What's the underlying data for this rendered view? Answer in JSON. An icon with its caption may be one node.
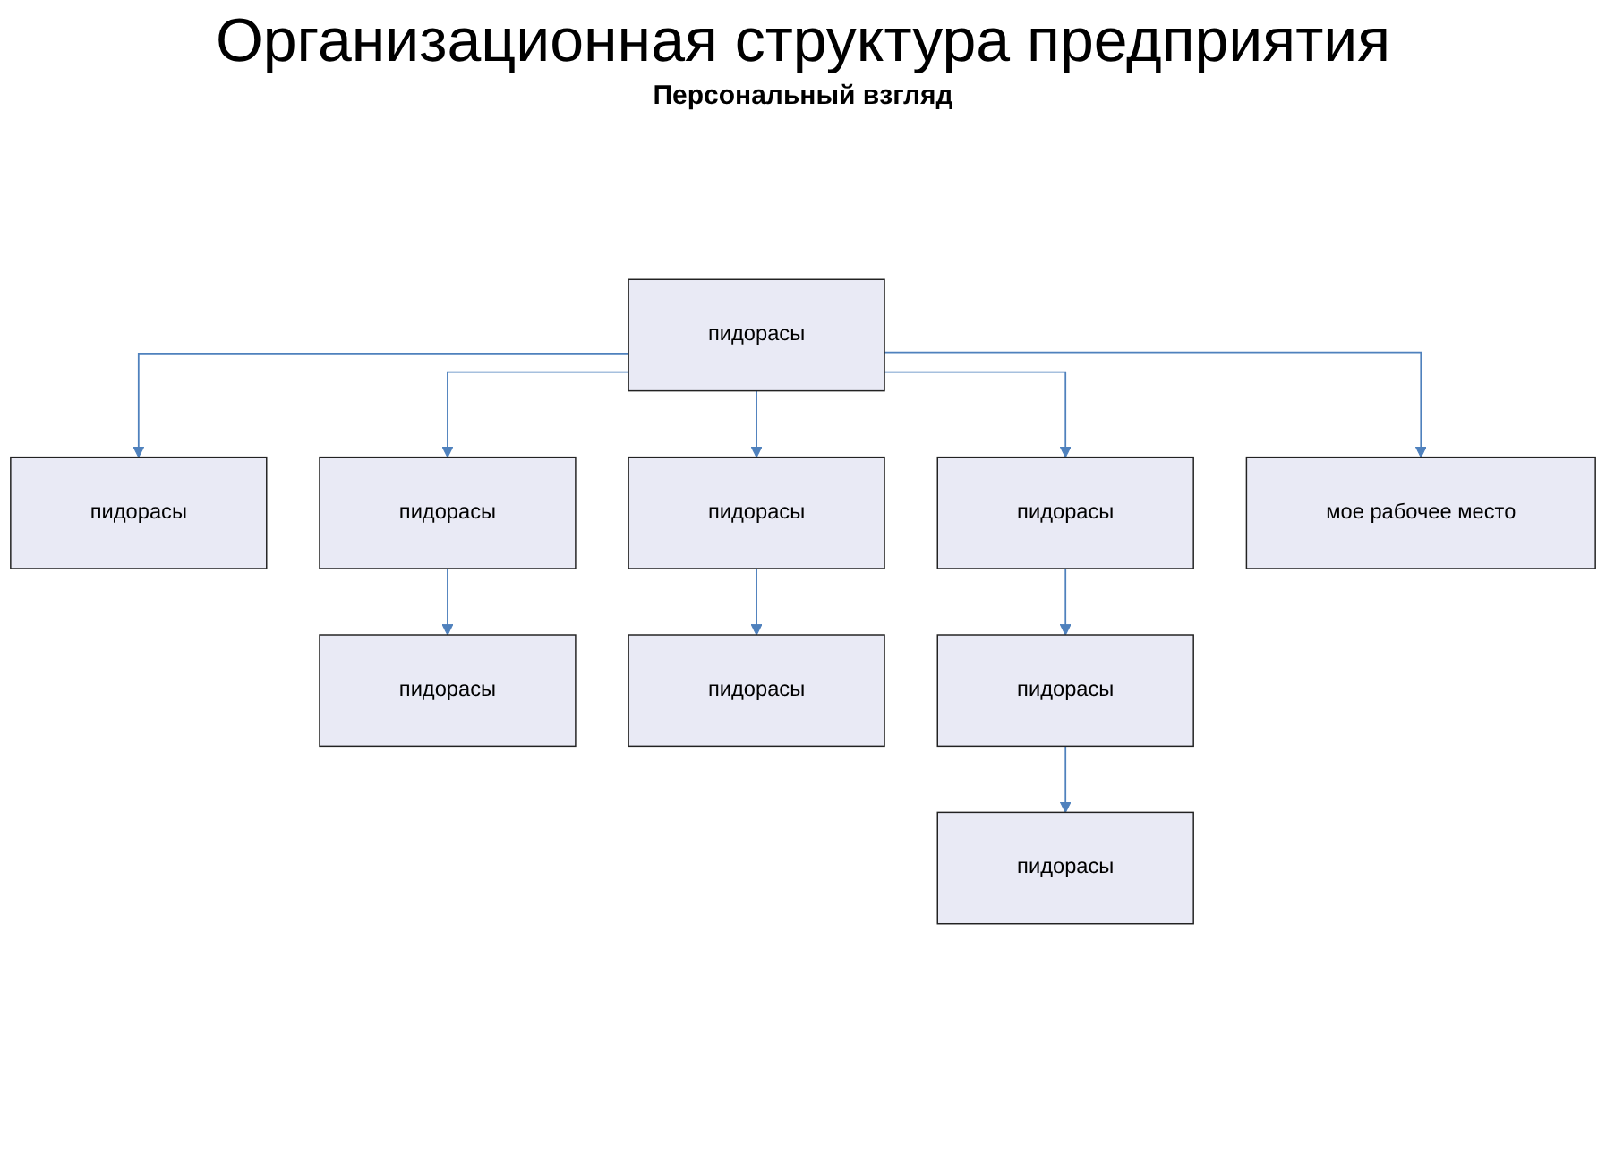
{
  "diagram": {
    "title": "Организационная структура предприятия",
    "nodes": [
      {
        "text": [
          "пидорасы"
        ]
      },
      {
        "text": [
          "пидорасы"
        ]
      },
      {
        "text": [
          "пидорасы"
        ]
      },
      {
        "text": [
          "пидорасы"
        ]
      },
      {
        "text": [
          "пидорасы"
        ]
      },
      {
        "text": [
          "мое рабочее место"
        ]
      },
      {
        "text": [
          "пидорасы"
        ]
      },
      {
        "text": [
          "пидорасы"
        ]
      },
      {
        "text": [
          "пидорасы"
        ]
      },
      {
        "text": [
          "пидорасы"
        ]
      }
    ],
    "edges": [
      {
        "from": 0,
        "to": 1,
        "arrow": "to"
      },
      {
        "from": 0,
        "to": 2,
        "arrow": "to"
      },
      {
        "from": 0,
        "to": 3,
        "arrow": "to"
      },
      {
        "from": 0,
        "to": 4,
        "arrow": "to"
      },
      {
        "from": 0,
        "to": 5,
        "arrow": "to"
      },
      {
        "from": 2,
        "to": 6,
        "arrow": "to"
      },
      {
        "from": 3,
        "to": 7,
        "arrow": "to"
      },
      {
        "from": 4,
        "to": 8,
        "arrow": "to"
      },
      {
        "from": 8,
        "to": 9,
        "arrow": "to"
      }
    ],
    "labels": [
      "Персональный взгляд"
    ]
  }
}
